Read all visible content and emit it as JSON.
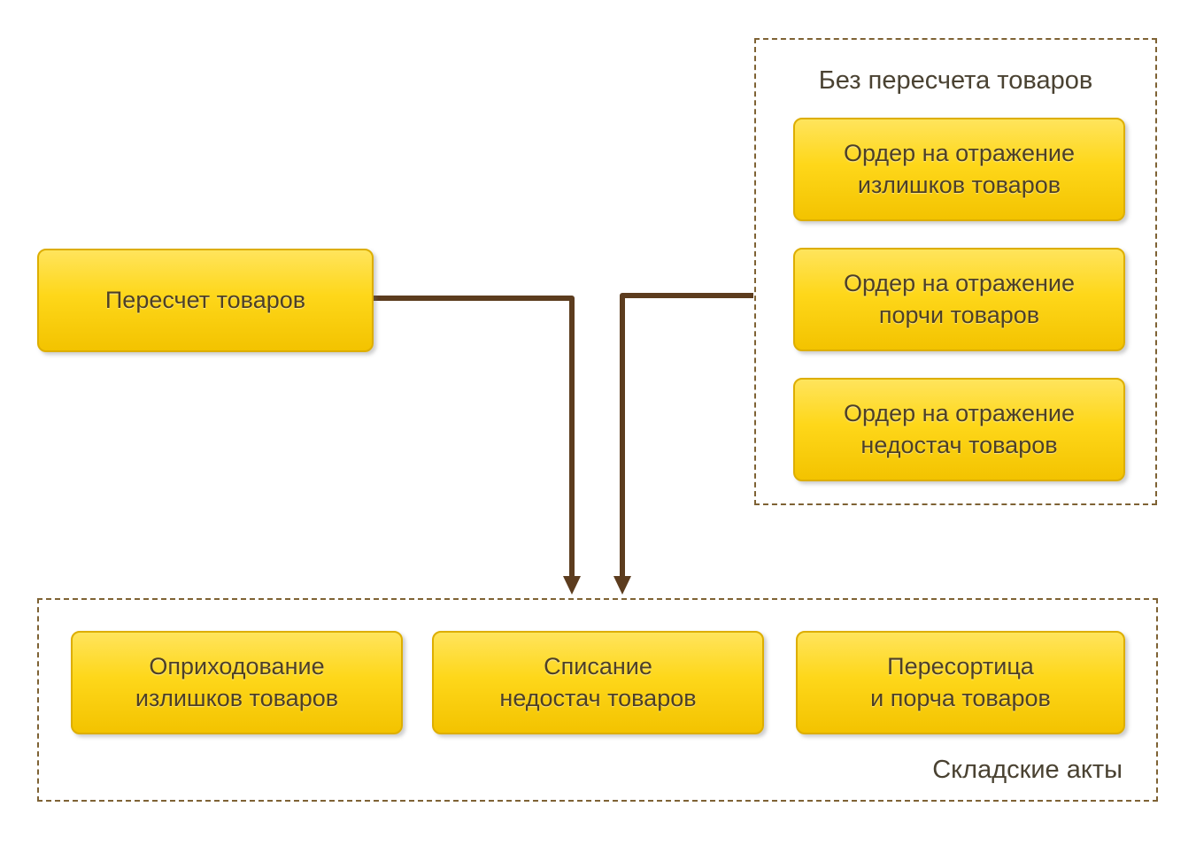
{
  "diagram": {
    "recount_box": {
      "label": "Пересчет товаров"
    },
    "top_group": {
      "title": "Без пересчета товаров",
      "items": [
        {
          "label": "Ордер на отражение\nизлишков товаров"
        },
        {
          "label": "Ордер на отражение\nпорчи товаров"
        },
        {
          "label": "Ордер на отражение\nнедостач товаров"
        }
      ]
    },
    "bottom_group": {
      "title": "Складские акты",
      "items": [
        {
          "label": "Оприходование\nизлишков товаров"
        },
        {
          "label": "Списание\nнедостач товаров"
        },
        {
          "label": "Пересортица\nи порча товаров"
        }
      ]
    },
    "colors": {
      "box_fill_top": "#ffe45c",
      "box_fill_mid": "#fed71a",
      "box_fill_bottom": "#f3c300",
      "box_border": "#ddae00",
      "box_text": "#4e4026",
      "dashed_border": "#7e6234",
      "title_text": "#4a4232",
      "arrow": "#5c3c1e"
    }
  }
}
